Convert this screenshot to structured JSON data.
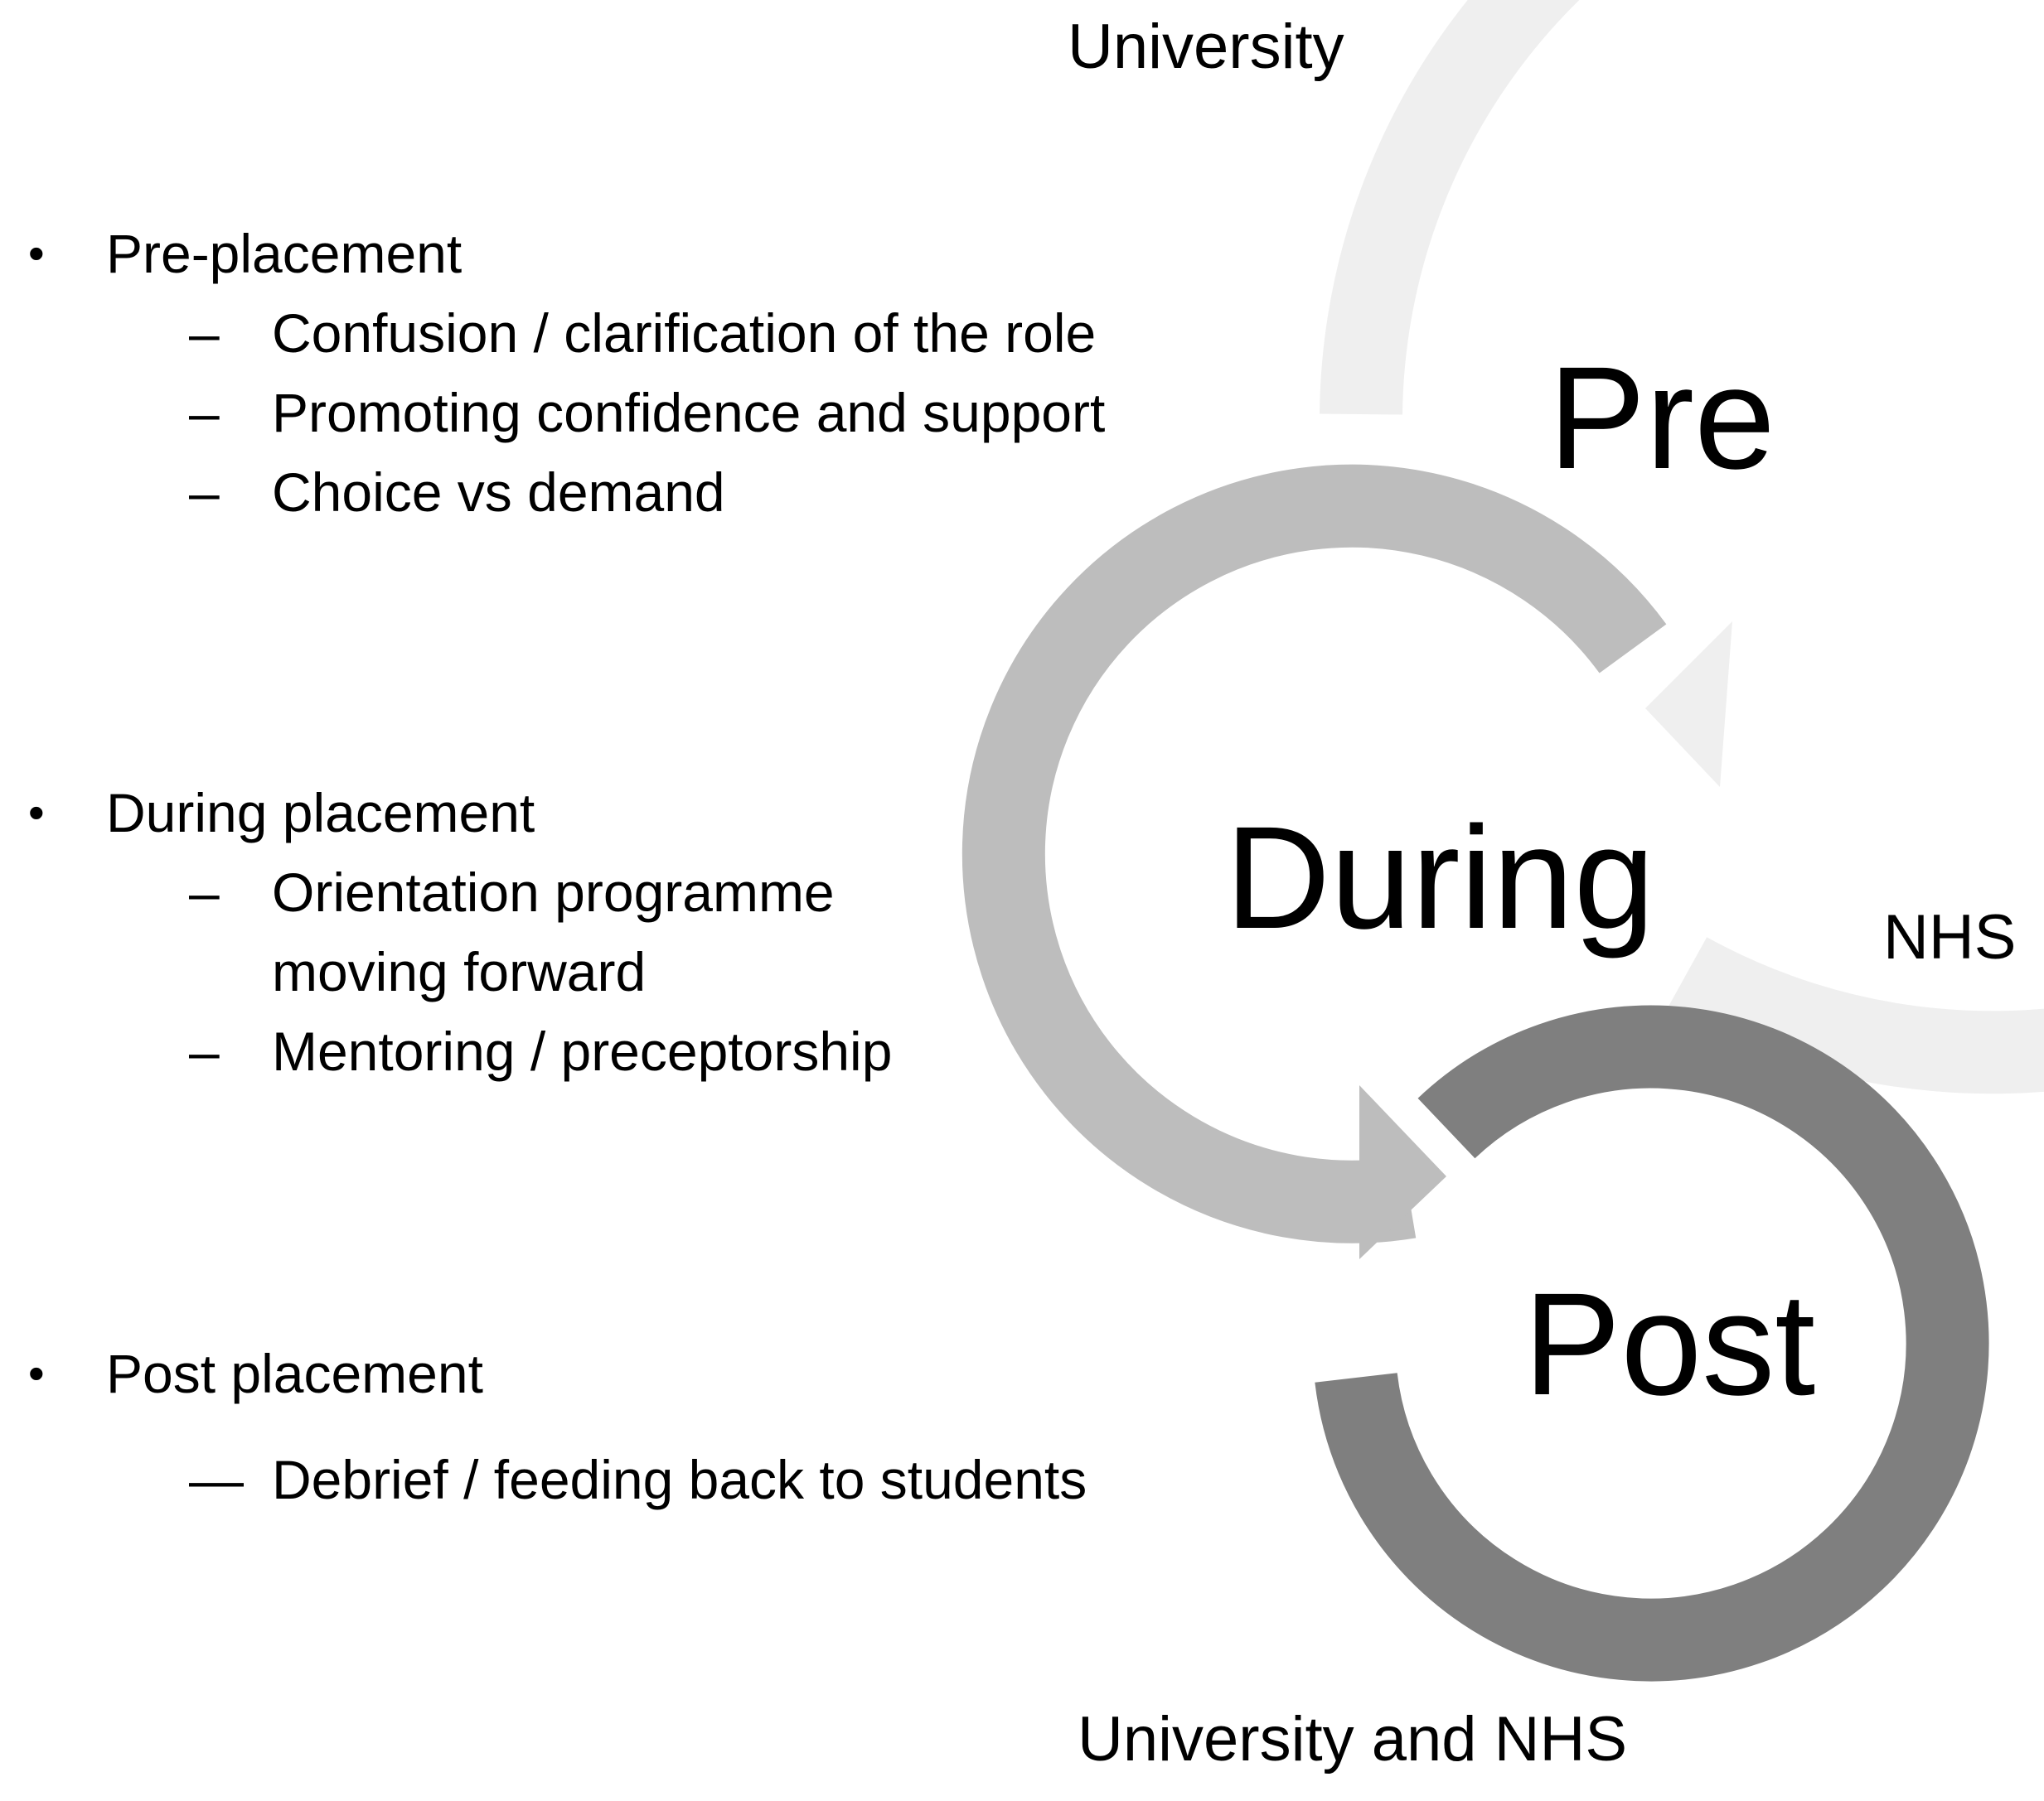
{
  "organisations": {
    "top": "University",
    "right": "NHS",
    "bottom": "University and NHS"
  },
  "cycle": {
    "pre": "Pre",
    "during": "During",
    "post": "Post",
    "colors": {
      "pre_ring": "#efefef",
      "during_ring": "#bdbdbd",
      "post_ring": "#7f7f7f"
    }
  },
  "phases": [
    {
      "heading": "Pre-placement",
      "items": [
        "Confusion / clarification of the role",
        "Promoting confidence and support",
        "Choice vs demand"
      ]
    },
    {
      "heading": "During placement",
      "items": [
        "Orientation programme moving forward",
        "Mentoring / preceptorship"
      ]
    },
    {
      "heading": "Post placement",
      "items": [
        "Debrief / feeding back to students"
      ]
    }
  ]
}
